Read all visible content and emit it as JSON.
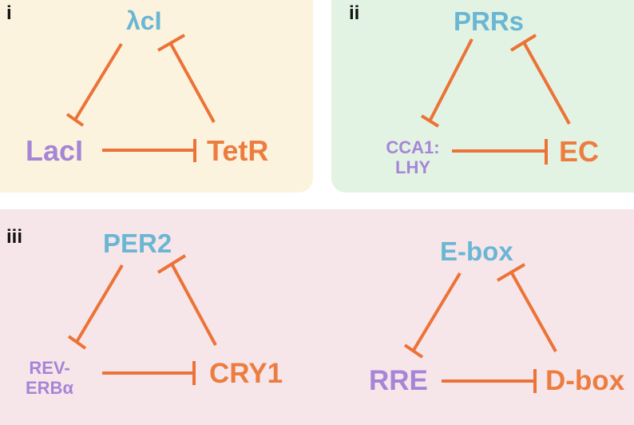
{
  "colors": {
    "panel_i": "#fcf3de",
    "panel_ii": "#e2f3e3",
    "panel_iii": "#f6e6ea",
    "blue_node": "#6ab6d3",
    "purple_node": "#a685d6",
    "orange_node": "#ec7d40",
    "inhibition_arrow": "#ec7337"
  },
  "panels": {
    "i": {
      "label": "i",
      "top": "λcI",
      "left": "LacI",
      "right": "TetR"
    },
    "ii": {
      "label": "ii",
      "top": "PRRs",
      "left_line1": "CCA1:",
      "left_line2": "LHY",
      "right": "EC"
    },
    "iii": {
      "label": "iii",
      "a": {
        "top": "PER2",
        "left_line1": "REV-",
        "left_line2": "ERBα",
        "right": "CRY1"
      },
      "b": {
        "top": "E-box",
        "left": "RRE",
        "right": "D-box"
      }
    }
  }
}
